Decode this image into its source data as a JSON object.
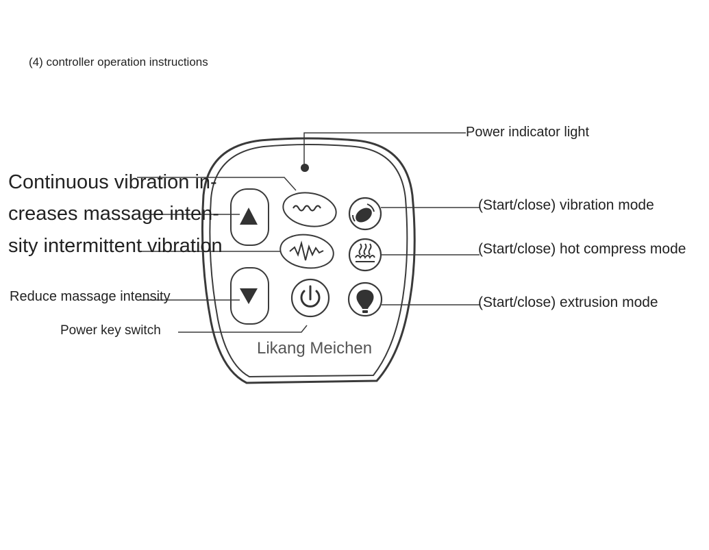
{
  "caption": "(4) controller operation instructions",
  "left_labels": {
    "line1": "Continuous vibration in-",
    "line2": "creases massage inten-",
    "line3": "sity intermittent vibration",
    "reduce": "Reduce massage intensity",
    "power_key": "Power key switch"
  },
  "right_labels": {
    "power_light": "Power indicator light",
    "vibration": "(Start/close) vibration mode",
    "hot_compress": "(Start/close) hot compress mode",
    "extrusion": "(Start/close) extrusion mode"
  },
  "brand": "Likang Meichen",
  "icons": [
    "up-arrow-icon",
    "down-arrow-icon",
    "continuous-wave-icon",
    "intermittent-wave-icon",
    "power-icon",
    "vibration-icon",
    "heat-icon",
    "extrusion-icon"
  ],
  "colors": {
    "outline": "#3a3a3a",
    "text": "#222222",
    "brand_text": "#555555"
  }
}
